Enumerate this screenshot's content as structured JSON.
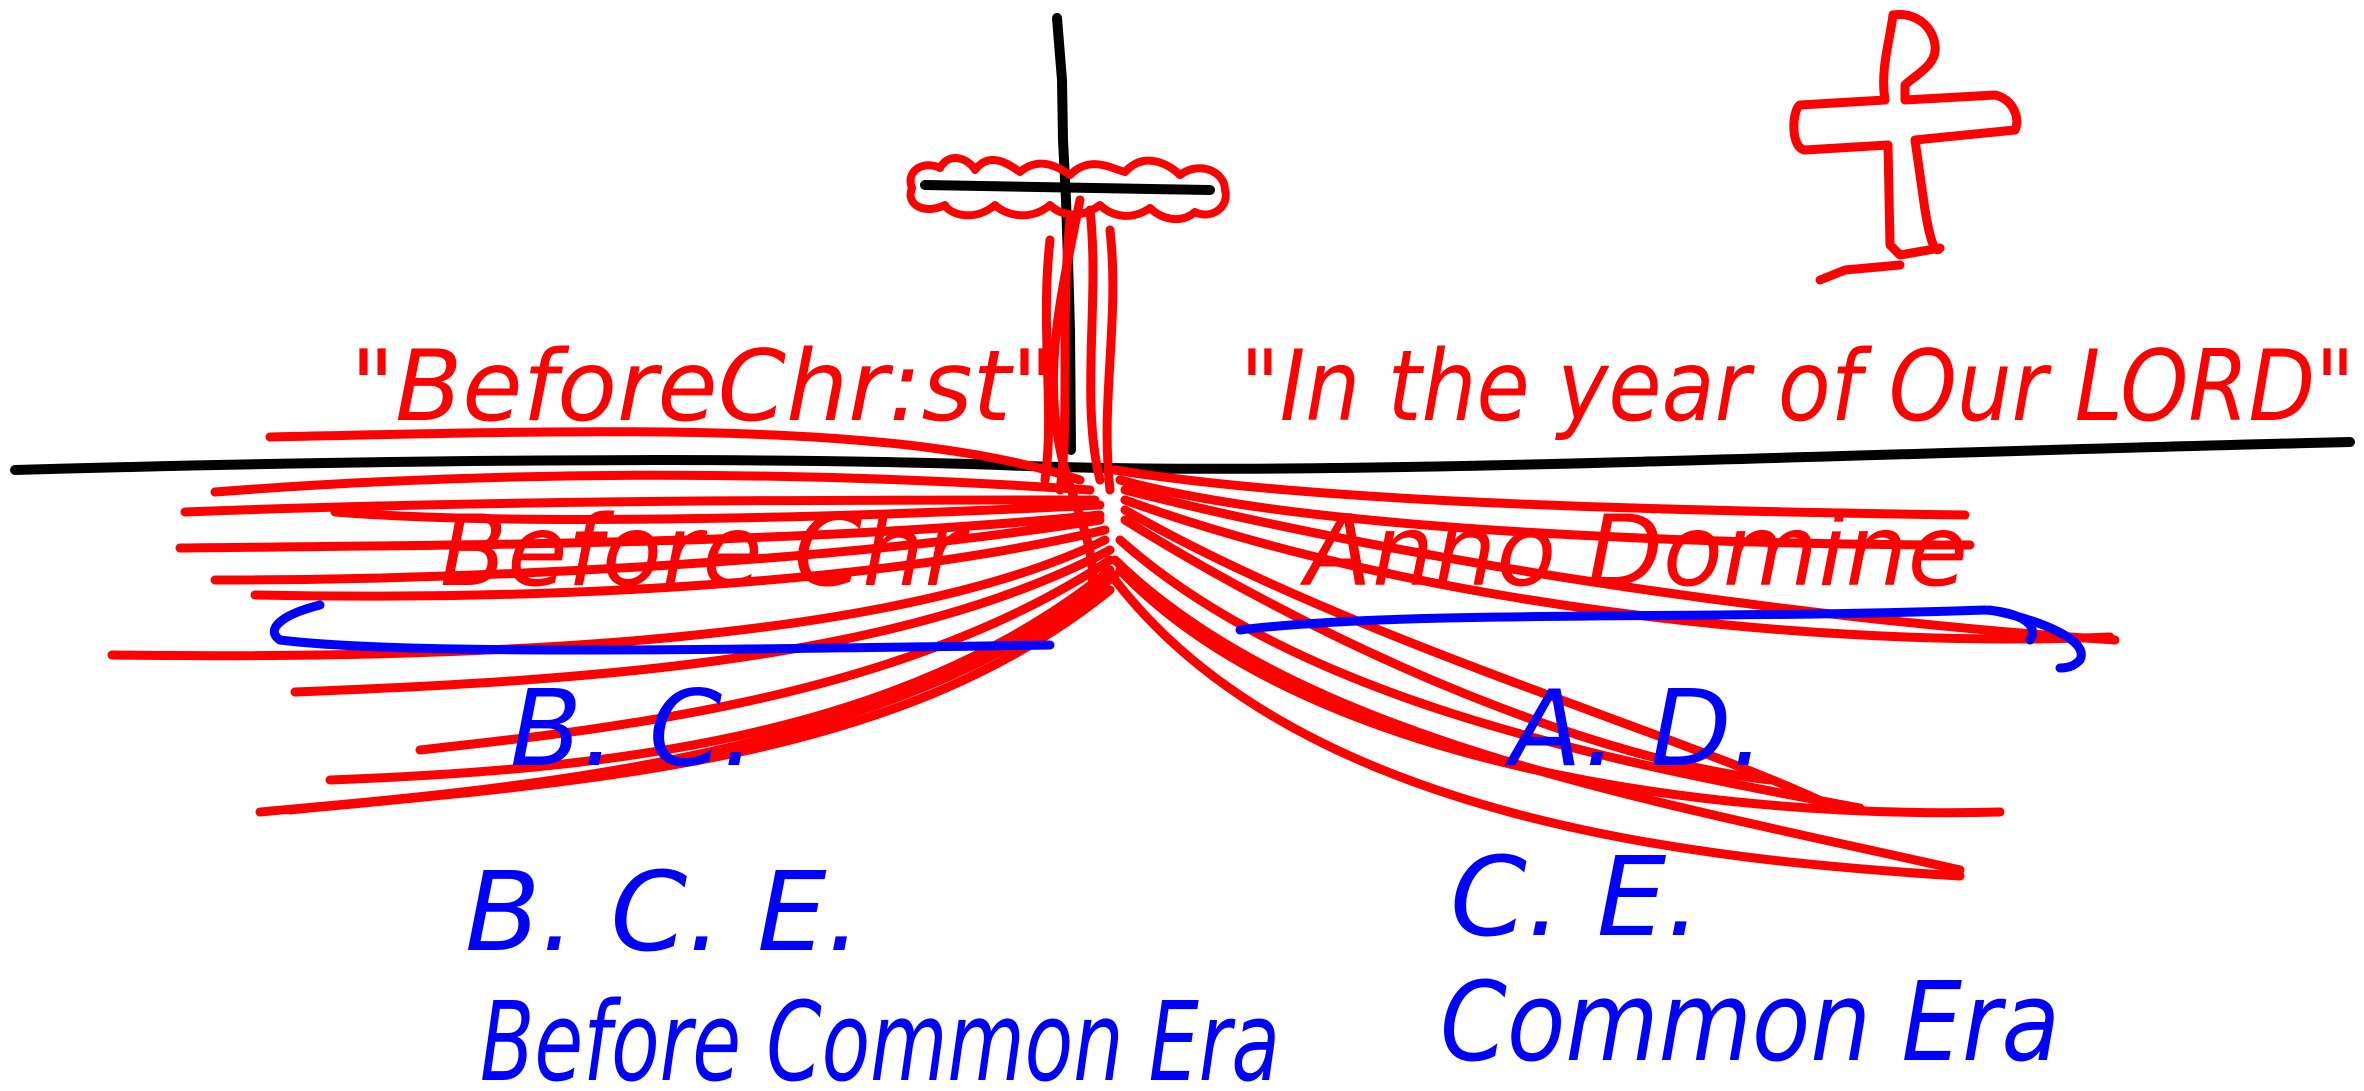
{
  "colors": {
    "red": "#ff0000",
    "blue": "#0000ff",
    "black": "#000000",
    "background": "#ffffff"
  },
  "labels": {
    "before_christ_quote": "\"BeforeChr:st\"",
    "year_of_our_lord_quote": "\"In the year of Our LORD\"",
    "anno_domini": "Anno Domine",
    "before_christ_crossed": "Before Chr",
    "bc": "B. C.",
    "ad": "A. D.",
    "bce": "B. C. E.",
    "before_common_era": "Before Common Era",
    "ce": "C. E.",
    "common_era": "Common Era"
  },
  "icons": {
    "cross": "cross-icon",
    "crown": "crown-of-thorns-icon"
  }
}
